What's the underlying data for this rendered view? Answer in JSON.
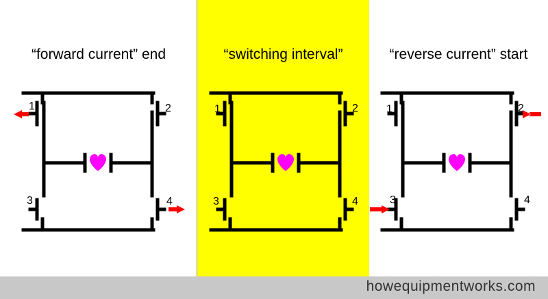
{
  "panels": [
    {
      "title": "“forward current” end",
      "background": "#ffffff",
      "arrows": [
        "left-out-at-1",
        "right-out-at-4"
      ]
    },
    {
      "title": "“switching interval”",
      "background": "#ffff00",
      "arrows": []
    },
    {
      "title": "“reverse current” start",
      "background": "#ffffff",
      "arrows": [
        "left-in-at-3",
        "right-in-at-2"
      ]
    }
  ],
  "switch_labels": [
    "1",
    "2",
    "3",
    "4"
  ],
  "load_icon": "heart-icon",
  "colors": {
    "heart": "#ff00ff",
    "arrow": "#ff0000",
    "highlight": "#ffff00",
    "footer": "#c8c8c8"
  },
  "footer": {
    "site": "howequipmentworks.com"
  }
}
